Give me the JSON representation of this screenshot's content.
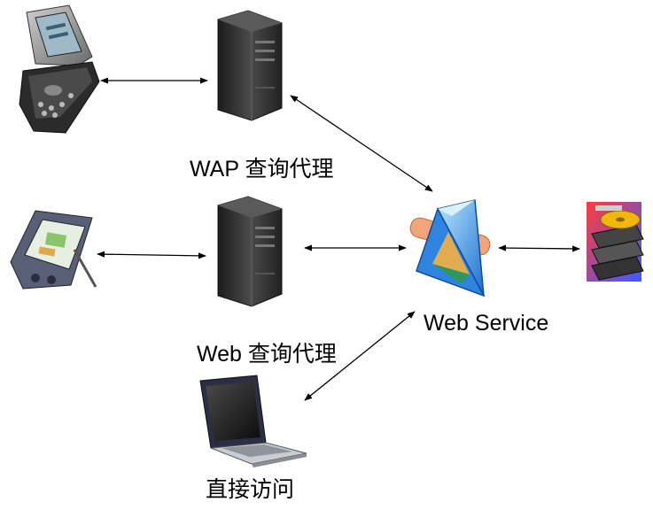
{
  "labels": {
    "wap_proxy": "WAP 查询代理",
    "web_proxy": "Web 查询代理",
    "web_service": "Web Service",
    "direct_access": "直接访问"
  }
}
